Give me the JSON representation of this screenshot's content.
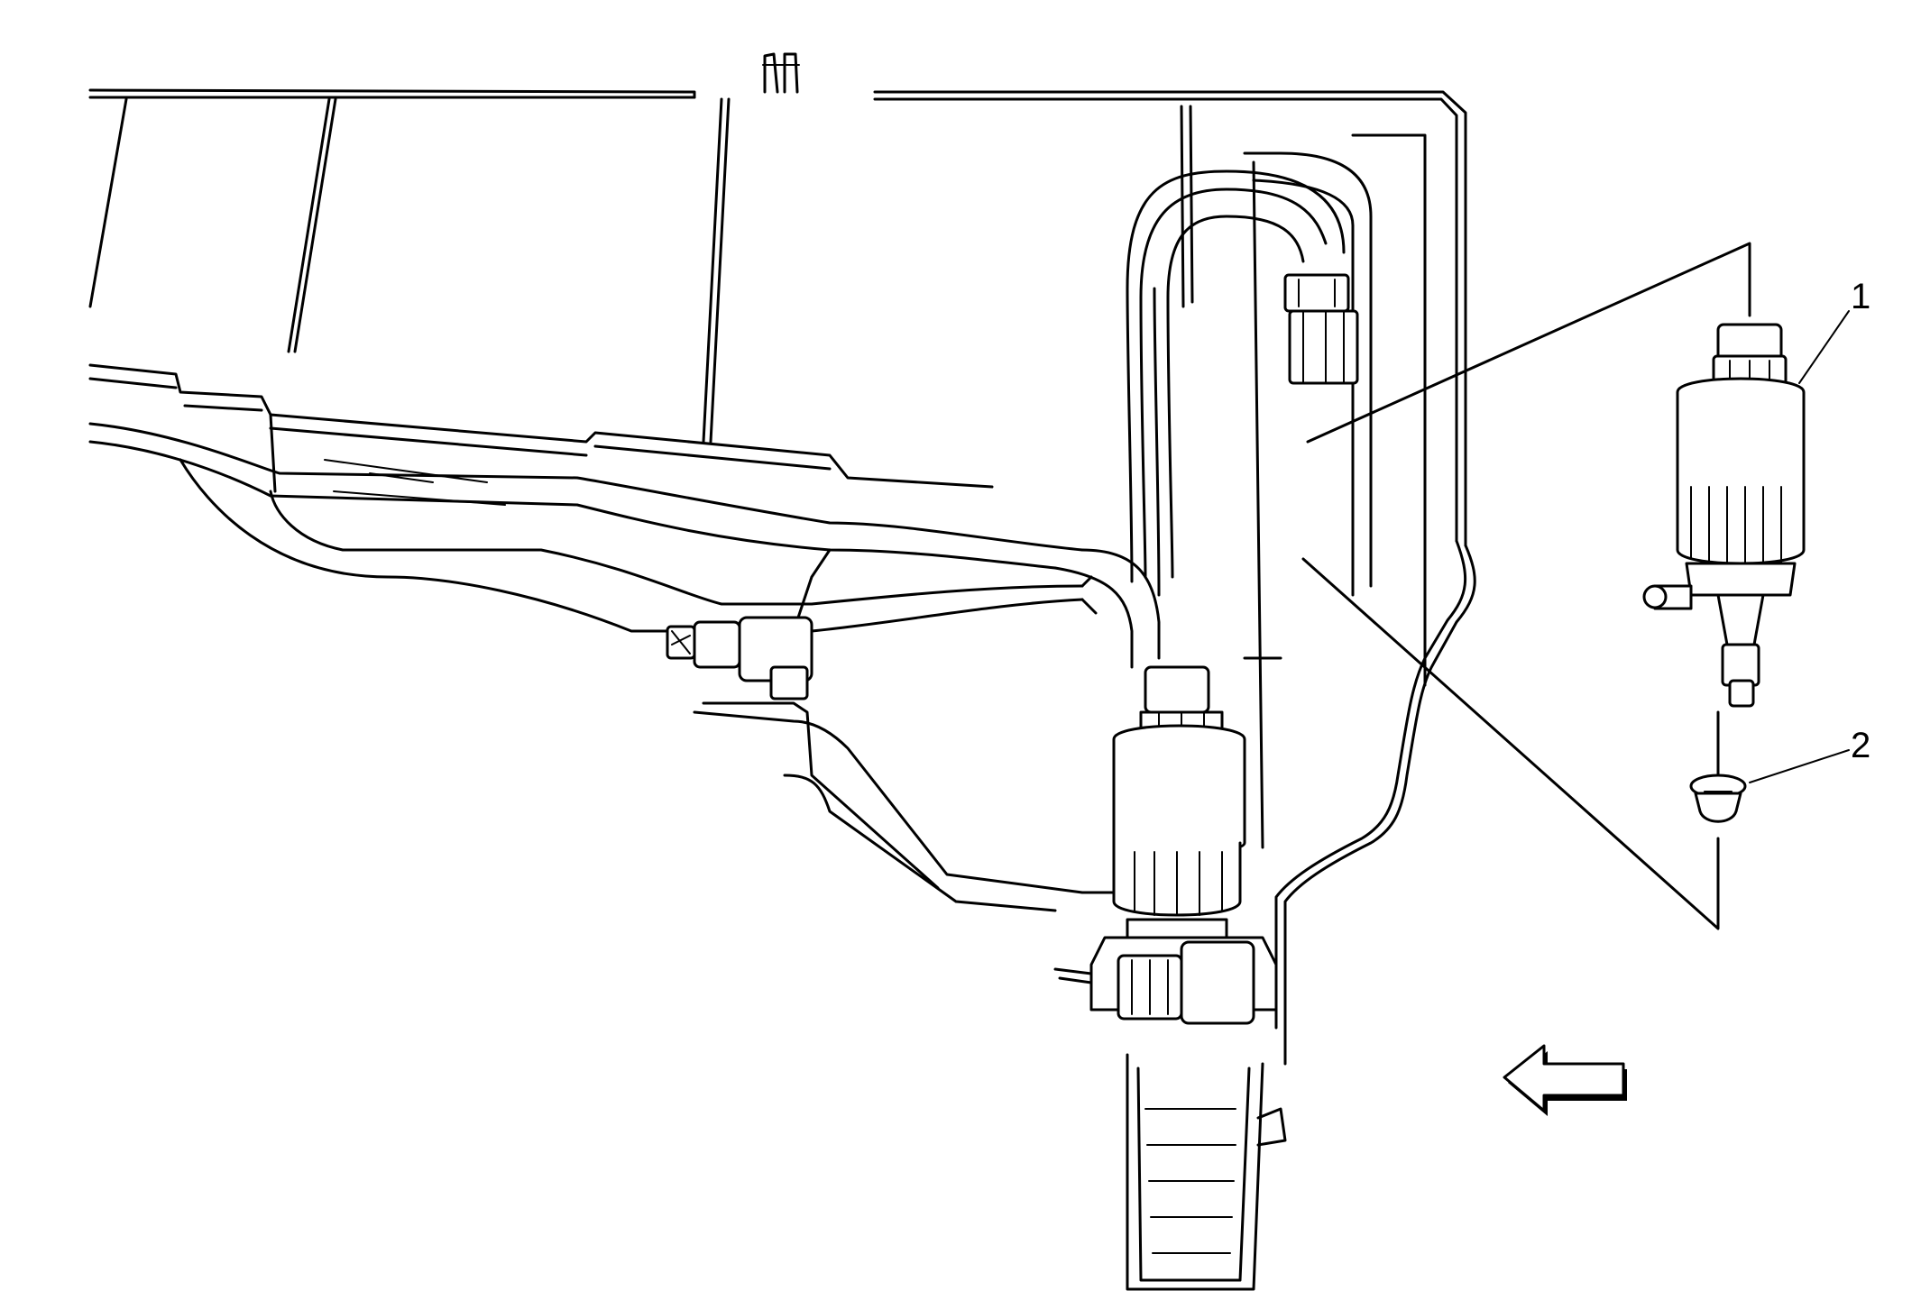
{
  "callouts": [
    {
      "label": "1",
      "part": "washer-pump"
    },
    {
      "label": "2",
      "part": "pump-grommet"
    }
  ],
  "icons": {
    "direction_arrow": "left-arrow-icon"
  },
  "colors": {
    "line": "#000000",
    "background": "#ffffff"
  }
}
